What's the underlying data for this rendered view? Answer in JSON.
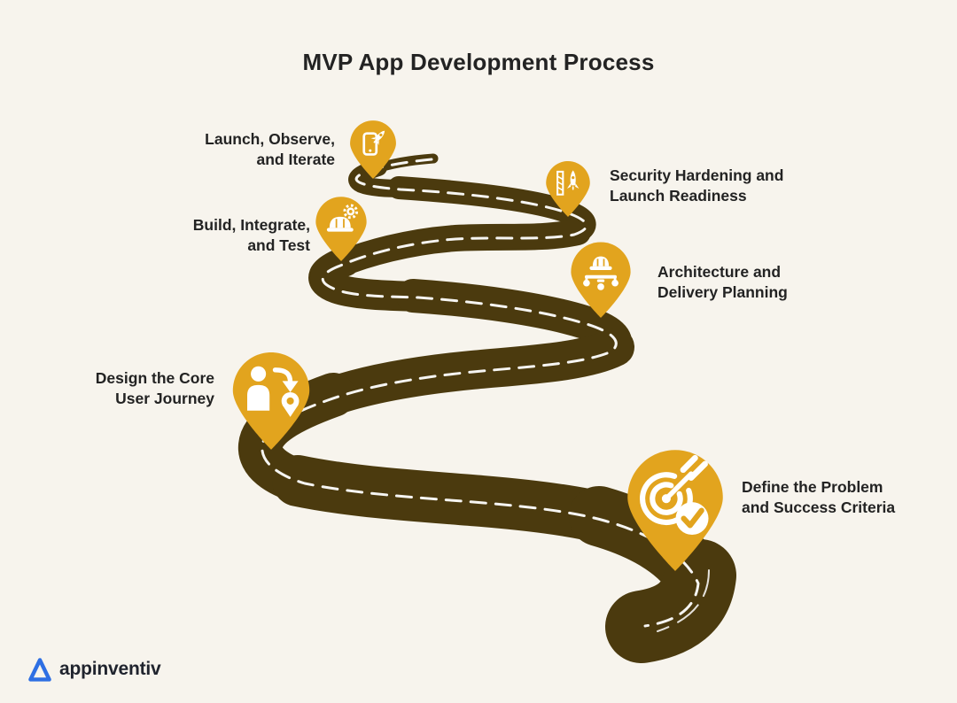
{
  "title": "MVP App Development Process",
  "colors": {
    "background": "#F7F4ED",
    "road": "#4B3A0E",
    "pin": "#E2A41E",
    "text": "#232323",
    "white": "#FFFFFF",
    "logo_blue": "#2E6FE3",
    "logo_text": "#20242E"
  },
  "steps": [
    {
      "order": 1,
      "label": "Define the Problem\nand Success Criteria",
      "icon": "target-dart-check-icon",
      "side": "right"
    },
    {
      "order": 2,
      "label": "Design the Core\nUser Journey",
      "icon": "person-journey-icon",
      "side": "left"
    },
    {
      "order": 3,
      "label": "Architecture and\nDelivery Planning",
      "icon": "hierarchy-hardhat-icon",
      "side": "right"
    },
    {
      "order": 4,
      "label": "Build, Integrate,\nand Test",
      "icon": "hardhat-gear-icon",
      "side": "left"
    },
    {
      "order": 5,
      "label": "Security Hardening and\nLaunch Readiness",
      "icon": "launch-tower-rocket-icon",
      "side": "right"
    },
    {
      "order": 6,
      "label": "Launch, Observe,\nand Iterate",
      "icon": "phone-rocket-icon",
      "side": "left"
    }
  ],
  "logo": {
    "text": "appinventiv"
  }
}
